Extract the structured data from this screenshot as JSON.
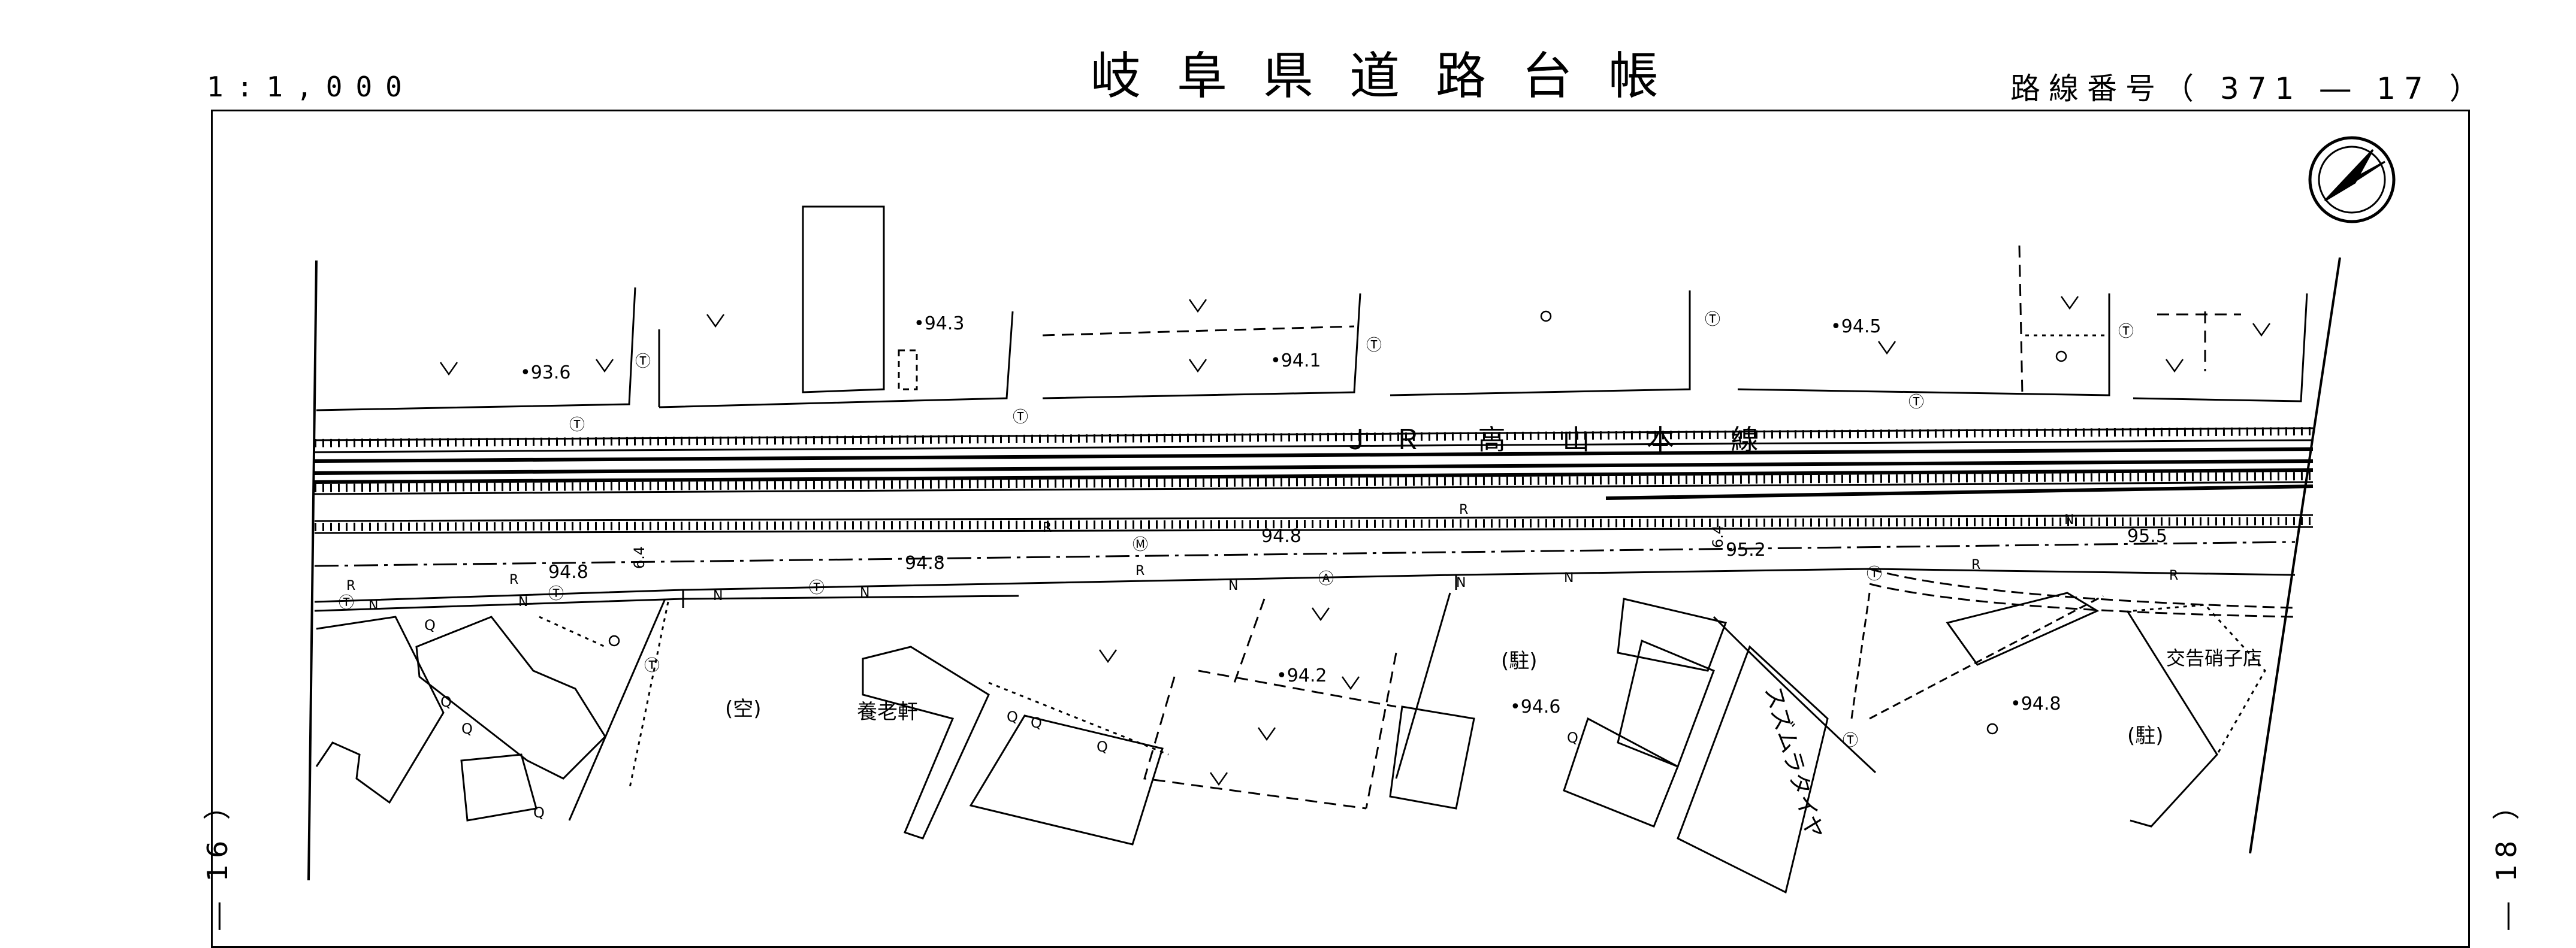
{
  "header": {
    "title": "岐阜県道路台帳",
    "scale": "1:1,000",
    "route_number": "路線番号（ 371 ― 17 ）"
  },
  "side_labels": {
    "left": "― 16 ）",
    "right": "― 18 ）"
  },
  "map": {
    "railway_label": "ＪＲ 高 山 本 線",
    "elevations": {
      "e1": "•93.6",
      "e2": "•94.3",
      "e3": "•94.1",
      "e4": "•94.5",
      "e5": "94.8",
      "e6": "94.8",
      "e7": "94.8",
      "e8": "95.2",
      "e9": "95.5",
      "e10": "•94.2",
      "e11": "•94.6",
      "e12": "•94.8"
    },
    "road_width": "6.4",
    "places": {
      "vacant": "(空)",
      "parking1": "(駐)",
      "parking2": "(駐)",
      "yorouken": "養老軒",
      "tire_shop": "スズムラタイヤ",
      "glass_shop": "交告硝子店"
    },
    "symbols": {
      "telephone_pole": "Ⓣ",
      "n": "N",
      "r": "R",
      "q": "Q",
      "a": "Ⓐ",
      "m": "Ⓜ"
    }
  },
  "colors": {
    "ink": "#000000",
    "paper": "#ffffff"
  }
}
